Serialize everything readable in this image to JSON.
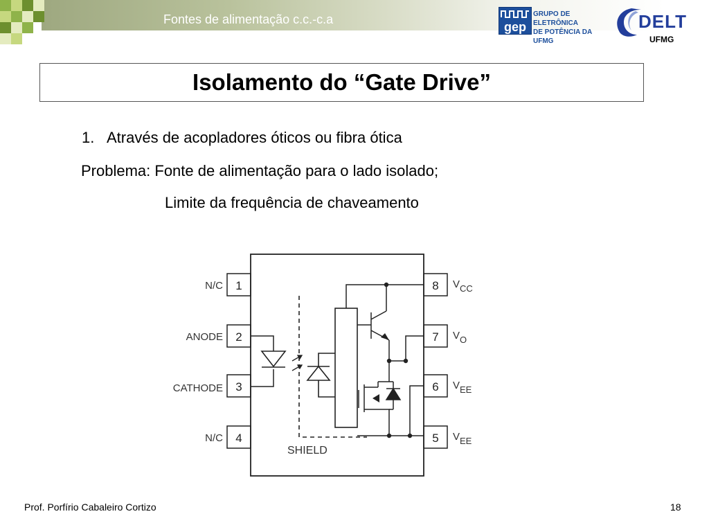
{
  "header": {
    "title": "Fontes de alimentação c.c.-c.a",
    "gep_logo_text": "gep",
    "gep_sub_line1": "GRUPO DE ELETRÔNICA",
    "gep_sub_line2": "DE POTÊNCIA DA UFMG",
    "delt_logo_text": "DELT",
    "ufmg_text": "UFMG"
  },
  "slide": {
    "title": "Isolamento do “Gate Drive”",
    "item_number": "1.",
    "item_text": "Através de acopladores óticos ou fibra ótica",
    "problem_line": "Problema: Fonte de alimentação para o lado isolado;",
    "problem_line2": "Limite da frequência de chaveamento"
  },
  "circuit": {
    "pins_left": [
      {
        "num": "1",
        "label": "N/C"
      },
      {
        "num": "2",
        "label": "ANODE"
      },
      {
        "num": "3",
        "label": "CATHODE"
      },
      {
        "num": "4",
        "label": "N/C"
      }
    ],
    "pins_right": [
      {
        "num": "8",
        "label": "V",
        "sub": "CC"
      },
      {
        "num": "7",
        "label": "V",
        "sub": "O"
      },
      {
        "num": "6",
        "label": "V",
        "sub": "EE"
      },
      {
        "num": "5",
        "label": "V",
        "sub": "EE"
      }
    ],
    "shield_label": "SHIELD"
  },
  "footer": {
    "author": "Prof. Porfírio Cabaleiro Cortizo",
    "page_number": "18"
  }
}
